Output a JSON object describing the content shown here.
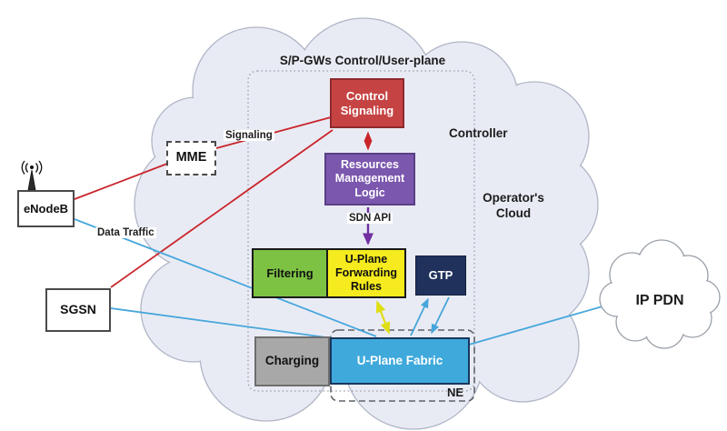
{
  "diagram": {
    "title": "S/P-GWs Control/User-plane",
    "controller_label": "Controller",
    "operators_cloud": {
      "line1": "Operator's",
      "line2": "Cloud"
    },
    "ne_label": "NE"
  },
  "modules": {
    "control_signaling": {
      "label": "Control Signaling",
      "fill": "#C64343"
    },
    "resources_management": {
      "label": "Resources Management Logic",
      "fill": "#7B57AE"
    },
    "filtering": {
      "label": "Filtering",
      "fill": "#7DC243"
    },
    "uplane_forwarding_rules": {
      "label": "U-Plane Forwarding Rules",
      "fill": "#F5EB1E"
    },
    "gtp": {
      "label": "GTP",
      "fill": "#20315B"
    },
    "charging": {
      "label": "Charging",
      "fill": "#A8A8A8"
    },
    "uplane_fabric": {
      "label": "U-Plane Fabric",
      "fill": "#3FA9DC"
    }
  },
  "external_nodes": {
    "mme": {
      "label": "MME"
    },
    "enodeb": {
      "label": "eNodeB"
    },
    "sgsn": {
      "label": "SGSN"
    },
    "ip_pdn": {
      "label": "IP PDN"
    }
  },
  "edge_labels": {
    "signaling": "Signaling",
    "data_traffic": "Data Traffic",
    "sdn_api": "SDN API"
  },
  "colors": {
    "cloud_fill": "#E9EBF4",
    "cloud_stroke": "#B0B6C6",
    "signaling_line": "#C9252B",
    "data_line": "#46A6DB",
    "rules_fabric_arrow": "#DFDE12",
    "sdn_api_arrow": "#7030A0"
  }
}
